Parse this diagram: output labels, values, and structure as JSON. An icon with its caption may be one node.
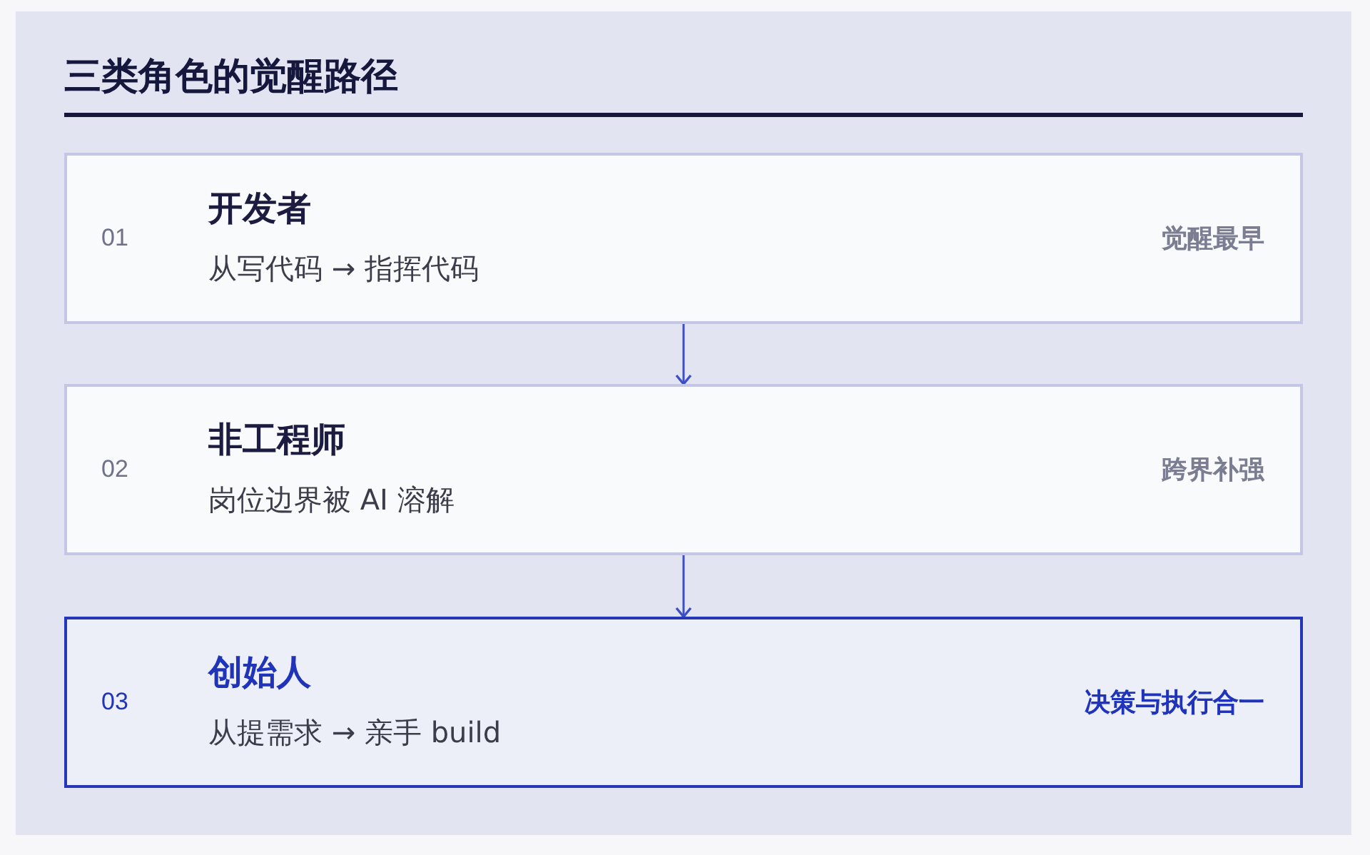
{
  "diagram": {
    "title": "三类角色的觉醒路径",
    "nodes": [
      {
        "text": [
          "01",
          "开发者",
          "从写代码 → 指挥代码",
          "觉醒最早"
        ]
      },
      {
        "text": [
          "02",
          "非工程师",
          "岗位边界被 AI 溶解",
          "跨界补强"
        ]
      },
      {
        "text": [
          "03",
          "创始人",
          "从提需求 → 亲手 build",
          "决策与执行合一"
        ]
      }
    ],
    "edges": [
      {
        "from": 0,
        "to": 1,
        "arrow": "to"
      },
      {
        "from": 1,
        "to": 2,
        "arrow": "to"
      }
    ]
  }
}
